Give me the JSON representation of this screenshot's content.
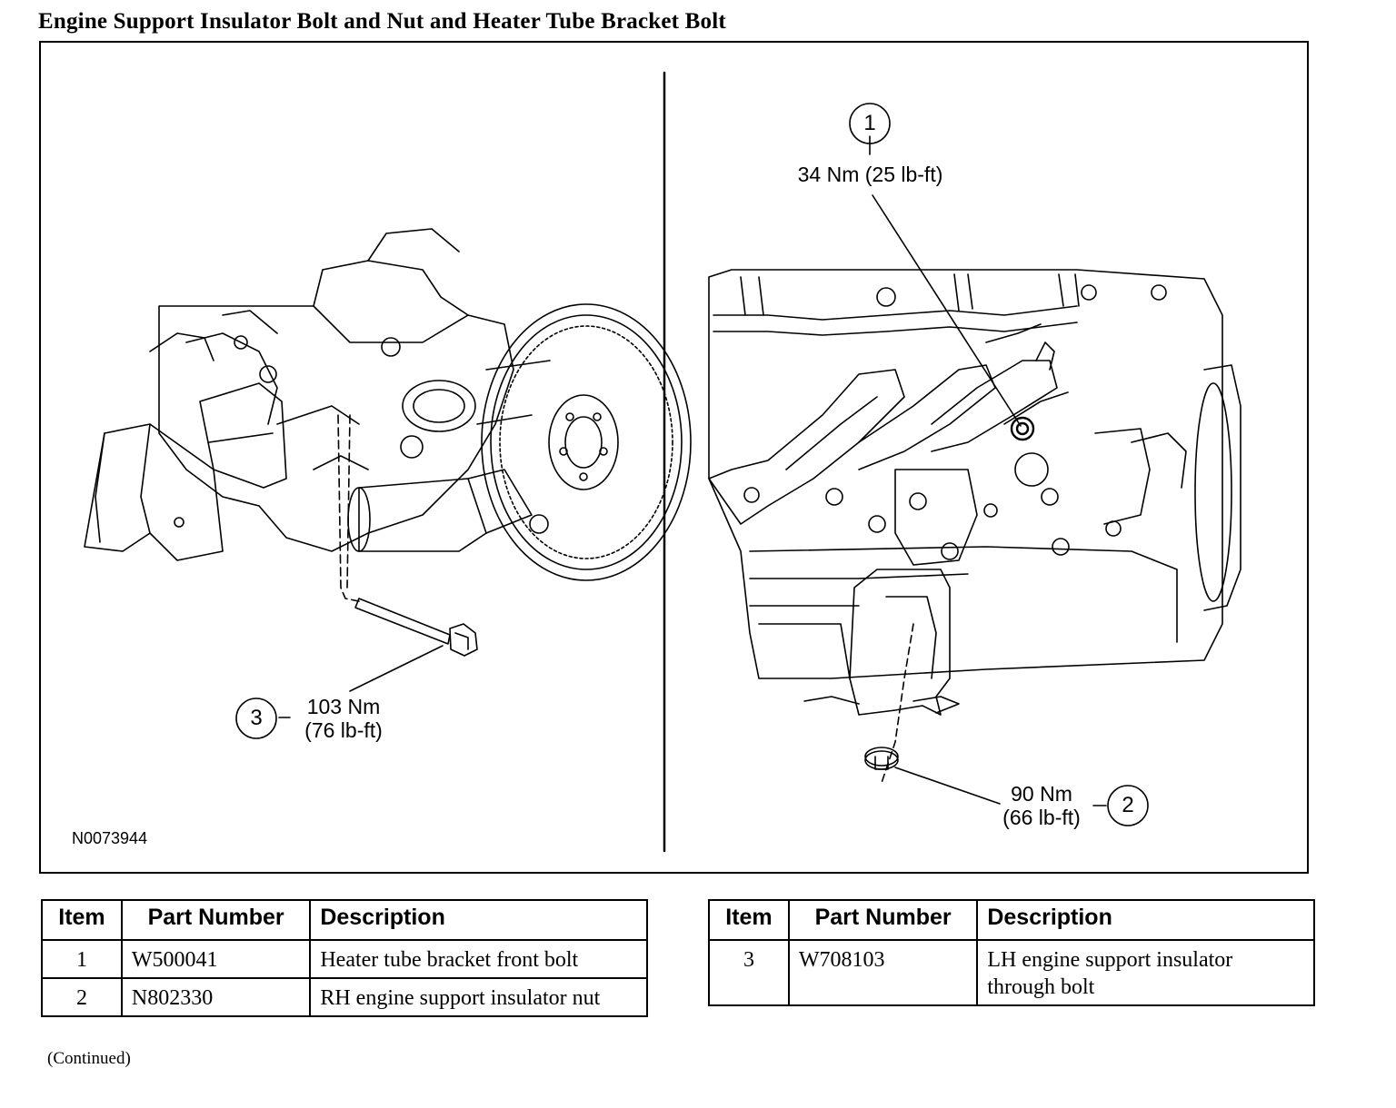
{
  "title": "Engine Support Insulator Bolt and Nut and Heater Tube Bracket Bolt",
  "figure": {
    "code": "N0073944",
    "callouts": [
      {
        "num": "1",
        "line1": "34 Nm (25 lb-ft)",
        "line2": ""
      },
      {
        "num": "2",
        "line1": "90 Nm",
        "line2": "(66 lb-ft)"
      },
      {
        "num": "3",
        "line1": "103 Nm",
        "line2": "(76 lb-ft)"
      }
    ]
  },
  "tables": [
    {
      "headers": [
        "Item",
        "Part Number",
        "Description"
      ],
      "rows": [
        {
          "item": "1",
          "part": "W500041",
          "desc": "Heater tube bracket front bolt"
        },
        {
          "item": "2",
          "part": "N802330",
          "desc": "RH engine support insulator nut"
        }
      ]
    },
    {
      "headers": [
        "Item",
        "Part Number",
        "Description"
      ],
      "rows": [
        {
          "item": "3",
          "part": "W708103",
          "desc": "LH engine support insulator through bolt"
        }
      ]
    }
  ],
  "continued": "(Continued)"
}
